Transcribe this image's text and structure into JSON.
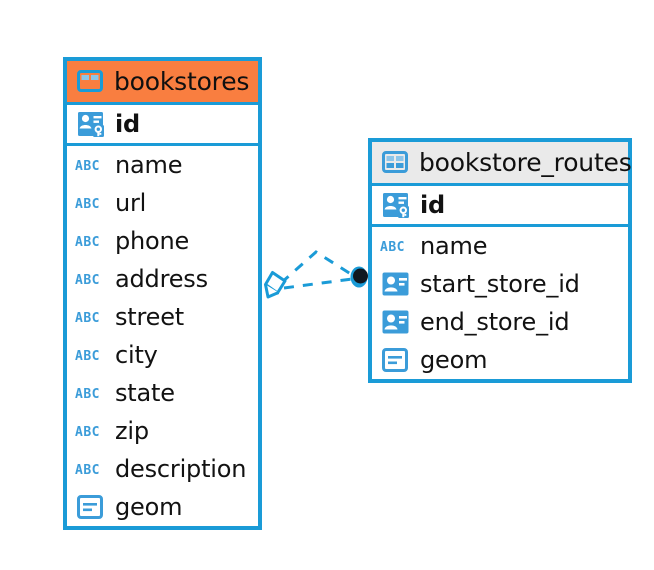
{
  "diagram": {
    "kind": "entity-relationship-diagram",
    "background_color": "#ffffff",
    "accent_color": "#1a9bd7",
    "highlight_color": "#f97e40",
    "neutral_header_color": "#eaeaea"
  },
  "entities": [
    {
      "name": "bookstores",
      "header_style": "orange",
      "table_icon": "table-icon",
      "primary_keys": [
        {
          "label": "id",
          "icon": "primary-key-icon"
        }
      ],
      "fields": [
        {
          "label": "name",
          "icon": "text-abc-icon"
        },
        {
          "label": "url",
          "icon": "text-abc-icon"
        },
        {
          "label": "phone",
          "icon": "text-abc-icon"
        },
        {
          "label": "address",
          "icon": "text-abc-icon"
        },
        {
          "label": "street",
          "icon": "text-abc-icon"
        },
        {
          "label": "city",
          "icon": "text-abc-icon"
        },
        {
          "label": "state",
          "icon": "text-abc-icon"
        },
        {
          "label": "zip",
          "icon": "text-abc-icon"
        },
        {
          "label": "description",
          "icon": "text-abc-icon"
        },
        {
          "label": "geom",
          "icon": "geometry-icon"
        }
      ]
    },
    {
      "name": "bookstore_routes",
      "header_style": "gray",
      "table_icon": "table-icon",
      "primary_keys": [
        {
          "label": "id",
          "icon": "primary-key-icon"
        }
      ],
      "fields": [
        {
          "label": "name",
          "icon": "text-abc-icon"
        },
        {
          "label": "start_store_id",
          "icon": "foreign-key-icon"
        },
        {
          "label": "end_store_id",
          "icon": "foreign-key-icon"
        },
        {
          "label": "geom",
          "icon": "geometry-icon"
        }
      ]
    }
  ],
  "relationship": {
    "from_entity": "bookstores",
    "to_entity": "bookstore_routes",
    "line_style": "dashed",
    "line_color": "#1a9bd7",
    "source_marker": "diamond-endpoint",
    "target_marker": "filled-circle-endpoint"
  }
}
